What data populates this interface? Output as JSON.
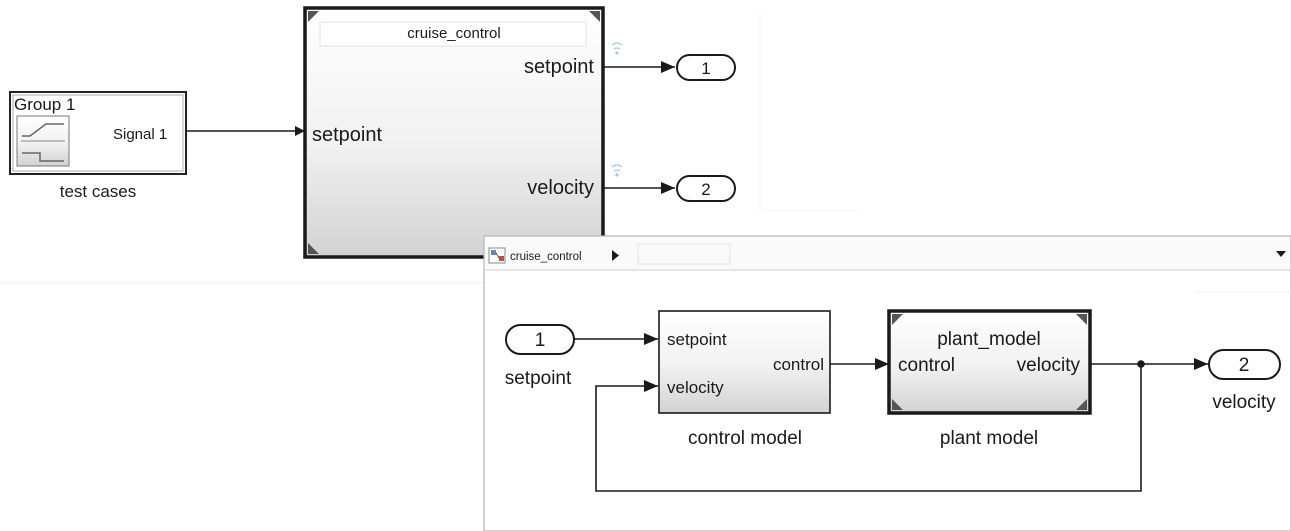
{
  "top": {
    "source_block": {
      "group": "Group 1",
      "signal": "Signal 1",
      "caption": "test cases"
    },
    "subsystem": {
      "title": "cruise_control",
      "input_port": "setpoint",
      "output_port_1": "setpoint",
      "output_port_2": "velocity"
    },
    "outports": [
      "1",
      "2"
    ]
  },
  "inner": {
    "breadcrumb": "cruise_control",
    "inport": {
      "number": "1",
      "label": "setpoint"
    },
    "control_block": {
      "in1": "setpoint",
      "in2": "velocity",
      "out": "control",
      "caption": "control model"
    },
    "plant_block": {
      "title": "plant_model",
      "in": "control",
      "out": "velocity",
      "caption": "plant model"
    },
    "outport": {
      "number": "2",
      "label": "velocity"
    }
  },
  "colors": {
    "line": "#1a1a1a",
    "block_border": "#222222",
    "block_fill_top": "#ffffff",
    "block_fill_bottom": "#d4d4d4",
    "panel_border": "#b5b5b5"
  }
}
